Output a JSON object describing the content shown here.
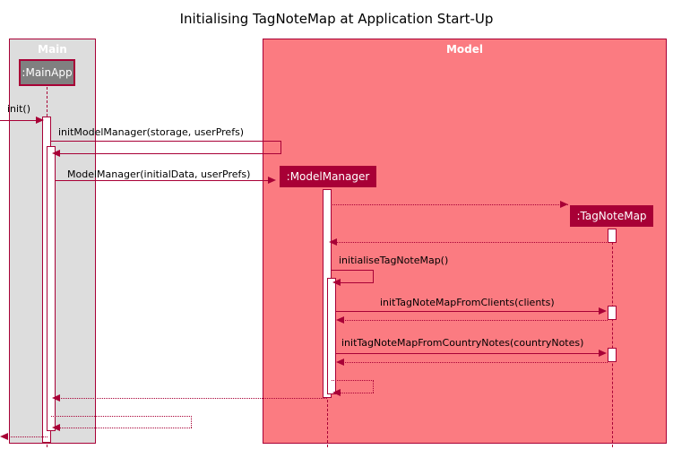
{
  "diagram": {
    "title": "Initialising TagNoteMap at Application Start-Up",
    "type": "uml-sequence-diagram",
    "colors": {
      "line": "#A80036",
      "main_group_fill": "#DDDDDD",
      "model_group_fill": "#FB7B81",
      "participant_grey_fill": "#808080",
      "participant_dark_fill": "#A80036",
      "participant_text": "#FFFFFF",
      "background": "#FFFFFF"
    },
    "groups": [
      {
        "id": "main",
        "label": "Main"
      },
      {
        "id": "model",
        "label": "Model"
      }
    ],
    "participants": [
      {
        "id": "mainapp",
        "label": ":MainApp",
        "group": "main"
      },
      {
        "id": "modelmanager",
        "label": ":ModelManager",
        "group": "model"
      },
      {
        "id": "tagnotemap",
        "label": ":TagNoteMap",
        "group": "model"
      }
    ],
    "messages": [
      {
        "id": "m1",
        "label": "init()",
        "from": "actor",
        "to": "mainapp",
        "kind": "call"
      },
      {
        "id": "m2",
        "label": "initModelManager(storage, userPrefs)",
        "from": "mainapp",
        "to": "mainapp",
        "kind": "self"
      },
      {
        "id": "m3",
        "label": "ModelManager(initialData, userPrefs)",
        "from": "mainapp",
        "to": "modelmanager",
        "kind": "create"
      },
      {
        "id": "m4",
        "label": "",
        "from": "modelmanager",
        "to": "tagnotemap",
        "kind": "create"
      },
      {
        "id": "m5",
        "label": "",
        "from": "tagnotemap",
        "to": "modelmanager",
        "kind": "return"
      },
      {
        "id": "m6",
        "label": "initialiseTagNoteMap()",
        "from": "modelmanager",
        "to": "modelmanager",
        "kind": "self"
      },
      {
        "id": "m7",
        "label": "initTagNoteMapFromClients(clients)",
        "from": "modelmanager",
        "to": "tagnotemap",
        "kind": "call"
      },
      {
        "id": "m8",
        "label": "",
        "from": "tagnotemap",
        "to": "modelmanager",
        "kind": "return"
      },
      {
        "id": "m9",
        "label": "initTagNoteMapFromCountryNotes(countryNotes)",
        "from": "modelmanager",
        "to": "tagnotemap",
        "kind": "call"
      },
      {
        "id": "m10",
        "label": "",
        "from": "tagnotemap",
        "to": "modelmanager",
        "kind": "return"
      },
      {
        "id": "m11",
        "label": "",
        "from": "modelmanager",
        "to": "modelmanager",
        "kind": "selfreturn"
      },
      {
        "id": "m12",
        "label": "",
        "from": "modelmanager",
        "to": "mainapp",
        "kind": "return"
      },
      {
        "id": "m13",
        "label": "",
        "from": "mainapp",
        "to": "mainapp",
        "kind": "selfreturn"
      },
      {
        "id": "m14",
        "label": "",
        "from": "mainapp",
        "to": "actor",
        "kind": "return"
      }
    ]
  }
}
